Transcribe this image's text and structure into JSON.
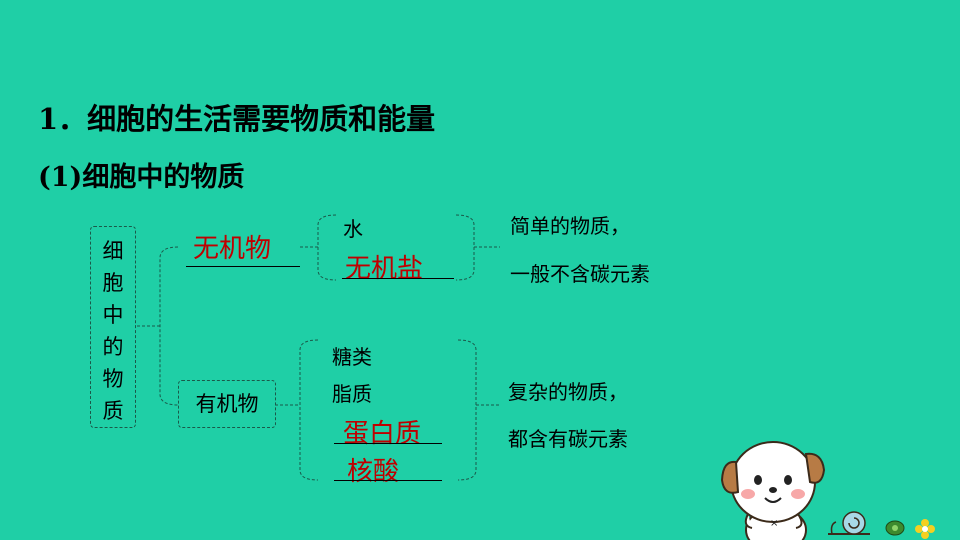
{
  "heading_1": "1．细胞的生活需要物质和能量",
  "heading_2": "(1)细胞中的物质",
  "root_label": [
    "细",
    "胞",
    "中",
    "的",
    "物",
    "质"
  ],
  "inorganic": {
    "label": "无机物",
    "items": [
      "水",
      "无机盐"
    ],
    "description": [
      "简单的物质，",
      "一般不含碳元素"
    ]
  },
  "organic": {
    "label": "有机物",
    "items": [
      "糖类",
      "脂质",
      "蛋白质",
      "核酸"
    ],
    "description": [
      "复杂的物质，",
      "都含有碳元素"
    ]
  },
  "colors": {
    "background": "#1fcfa6",
    "answer_text": "#c00000"
  },
  "decorations": [
    "cartoon-puppy-icon",
    "snail-icon",
    "flower-icon"
  ]
}
